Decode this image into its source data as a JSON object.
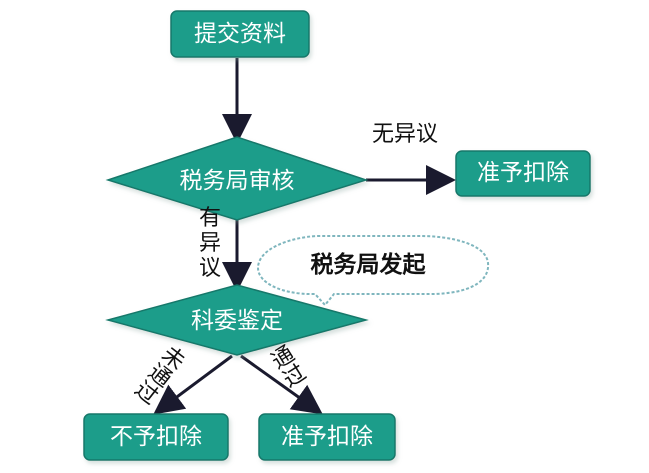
{
  "colors": {
    "node_fill": "#1f9d8a",
    "node_stroke": "#13786a",
    "arrow": "#1a1a2e",
    "callout_stroke": "#7fb6be"
  },
  "nodes": {
    "submit": "提交资料",
    "tax_review": "税务局审核",
    "approve_top": "准予扣除",
    "tech_review": "科委鉴定",
    "reject": "不予扣除",
    "approve_bottom": "准予扣除"
  },
  "labels": {
    "no_objection": "无异议",
    "has_objection": [
      "有",
      "异",
      "议"
    ],
    "not_passed": [
      "未",
      "通",
      "过"
    ],
    "passed": [
      "通",
      "过"
    ]
  },
  "callout": {
    "text": "税务局发起"
  }
}
